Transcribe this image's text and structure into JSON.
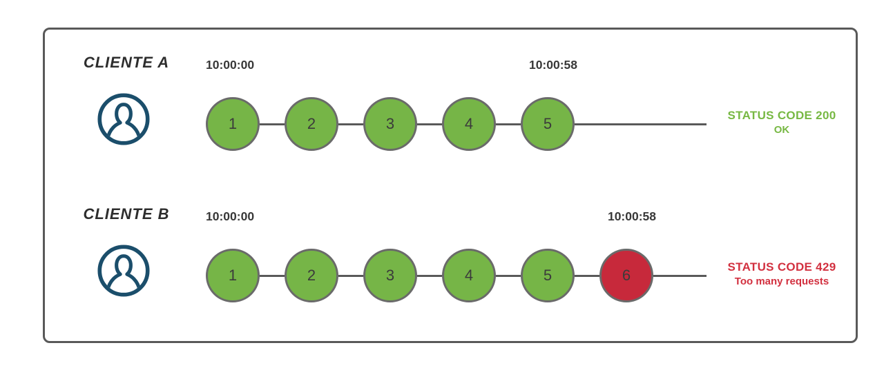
{
  "colors": {
    "success_green": "#76b547",
    "error_red": "#c7293b",
    "success_text_green": "#77b843",
    "error_text_red": "#d2303f",
    "line_gray": "#595959",
    "circle_border_gray": "#6a6a6a",
    "avatar_navy": "#1b4e6b",
    "label_dark": "#2d2d2d"
  },
  "clients": [
    {
      "name": "CLIENTE A",
      "start_time": "10:00:00",
      "end_time": "10:00:58",
      "requests": [
        {
          "number": "1",
          "status": "success"
        },
        {
          "number": "2",
          "status": "success"
        },
        {
          "number": "3",
          "status": "success"
        },
        {
          "number": "4",
          "status": "success"
        },
        {
          "number": "5",
          "status": "success"
        }
      ],
      "result": {
        "line1": "STATUS CODE 200",
        "line2": "OK",
        "type": "success"
      }
    },
    {
      "name": "CLIENTE B",
      "start_time": "10:00:00",
      "end_time": "10:00:58",
      "requests": [
        {
          "number": "1",
          "status": "success"
        },
        {
          "number": "2",
          "status": "success"
        },
        {
          "number": "3",
          "status": "success"
        },
        {
          "number": "4",
          "status": "success"
        },
        {
          "number": "5",
          "status": "success"
        },
        {
          "number": "6",
          "status": "error"
        }
      ],
      "result": {
        "line1": "STATUS CODE 429",
        "line2": "Too many requests",
        "type": "error"
      }
    }
  ]
}
